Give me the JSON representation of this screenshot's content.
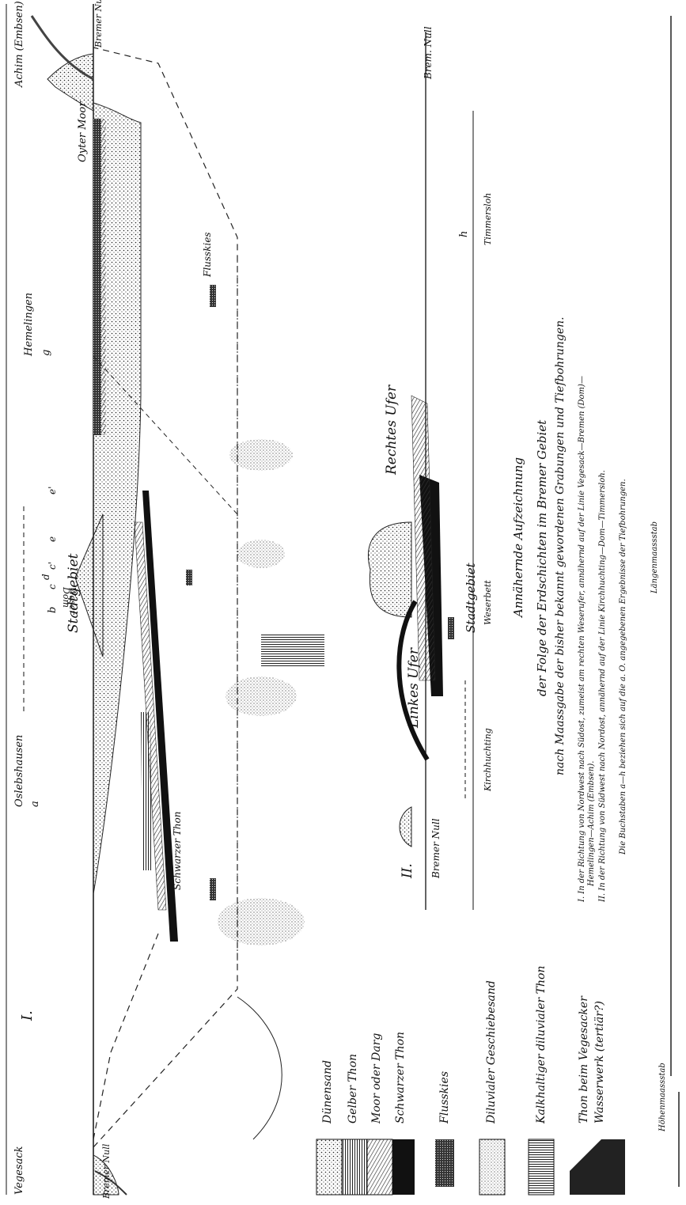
{
  "section_one": {
    "numeral": "I.",
    "places": {
      "vegesack": "Vegesack",
      "oslebshausen": "Oslebshausen",
      "hemelingen": "Hemelingen",
      "achim": "Achim (Embsen)",
      "oyter_moor": "Oyter Moor",
      "stadtgebiet": "Stadtgebiet",
      "dom": "Dom",
      "weser": "Weser",
      "schwarzer_thon": "Schwarzer Thon",
      "flusskies": "Flusskies"
    },
    "letters": {
      "a": "a",
      "b": "b",
      "c": "c",
      "c1": "c'",
      "d": "d",
      "e": "e",
      "e1": "e'",
      "g": "g"
    },
    "null_left": "Bremer Null",
    "null_right": "Bremer Null"
  },
  "section_two": {
    "numeral": "II.",
    "linkes_ufer": "Linkes Ufer",
    "rechtes_ufer": "Rechtes Ufer",
    "bremer_null": "Bremer Null",
    "brem_null": "Brem. Null",
    "kirchhuchting": "Kirchhuchting",
    "weserbett": "Weserbett",
    "stadtgebiet": "Stadtgebiet",
    "timmersloh": "Timmersloh",
    "h": "h"
  },
  "legend": {
    "duenensand": "Dünensand",
    "gelber_thon": "Gelber Thon",
    "moor": "Moor oder Darg",
    "schwarzer_thon": "Schwarzer Thon",
    "flusskies": "Flusskies",
    "geschiebesand": "Diluvialer Geschiebesand",
    "kalkthon": "Kalkhaltiger diluvialer Thon",
    "vegesacker_1": "Thon beim Vegesacker",
    "vegesacker_2": "Wasserwerk (tertiär?)"
  },
  "caption": {
    "title": "Annähernde Aufzeichnung",
    "line2": "der Folge der Erdschichten im Bremer Gebiet",
    "line3": "nach Maassgabe der bisher bekannt gewordenen Grabungen und Tiefbohrungen.",
    "note1a": "I. In der Richtung von Nordwest nach Südost, zumeist am rechten Weserufer, annähernd auf der Linie Vegesack—Bremen (Dom)—",
    "note1b": "Hemelingen—Achim (Embsen).",
    "note2": "II. In der Richtung von Südwest nach Nordost, annähernd auf der Linie Kirchhuchting—Dom—Timmersloh.",
    "note3": "Die Buchstaben a—h beziehen sich auf die a. O. angegebenen Ergebnisse der Tiefbohrungen.",
    "hoehen": "Höhenmaassstab",
    "laengen": "Längenmaassstab"
  }
}
